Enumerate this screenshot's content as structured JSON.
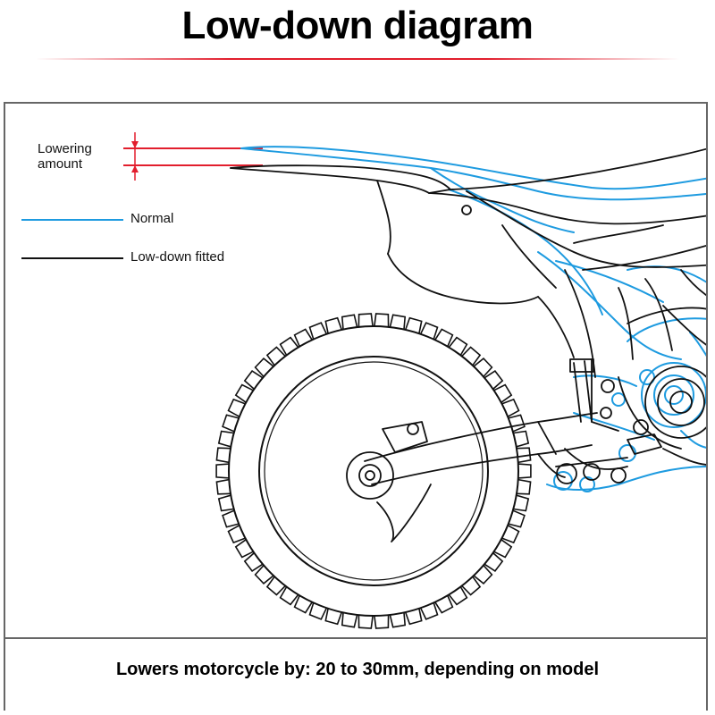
{
  "title": "Low-down diagram",
  "labels": {
    "lowering_amount": "Lowering amount",
    "normal": "Normal",
    "low_down_fitted": "Low-down fitted"
  },
  "footer": "Lowers motorcycle by: 20 to 30mm, depending on model",
  "colors": {
    "normal_line": "#1e9be0",
    "low_down_line": "#111111",
    "accent": "#e21e2d"
  }
}
